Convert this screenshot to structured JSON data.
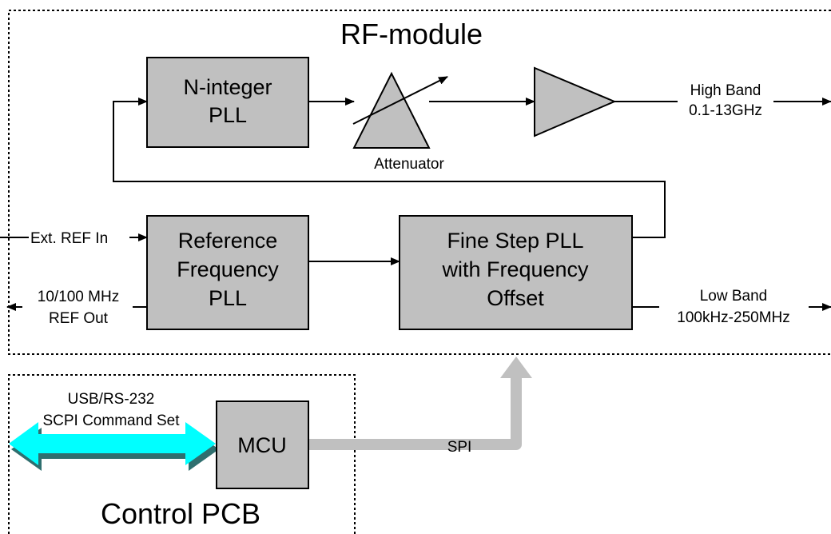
{
  "rf_module": {
    "title": "RF-module",
    "blocks": {
      "n_integer_pll": [
        "N-integer",
        "PLL"
      ],
      "reference_pll": [
        "Reference",
        "Frequency",
        "PLL"
      ],
      "fine_step_pll": [
        "Fine Step PLL",
        "with Frequency",
        "Offset"
      ]
    },
    "attenuator_label": "Attenuator",
    "high_band": [
      "High Band",
      "0.1-13GHz"
    ],
    "low_band": [
      "Low Band",
      "100kHz-250MHz"
    ],
    "ext_ref_in": "Ext. REF In",
    "ref_out": [
      "10/100 MHz",
      "REF Out"
    ]
  },
  "control_pcb": {
    "title": "Control PCB",
    "mcu": "MCU",
    "interface": [
      "USB/RS-232",
      "SCPI Command Set"
    ],
    "spi": "SPI"
  },
  "colors": {
    "block_fill": "#c0c0c0",
    "usb_arrow": "#00ffff",
    "usb_arrow_shadow": "#2f6f6f",
    "spi_bus": "#c0c0c0"
  }
}
